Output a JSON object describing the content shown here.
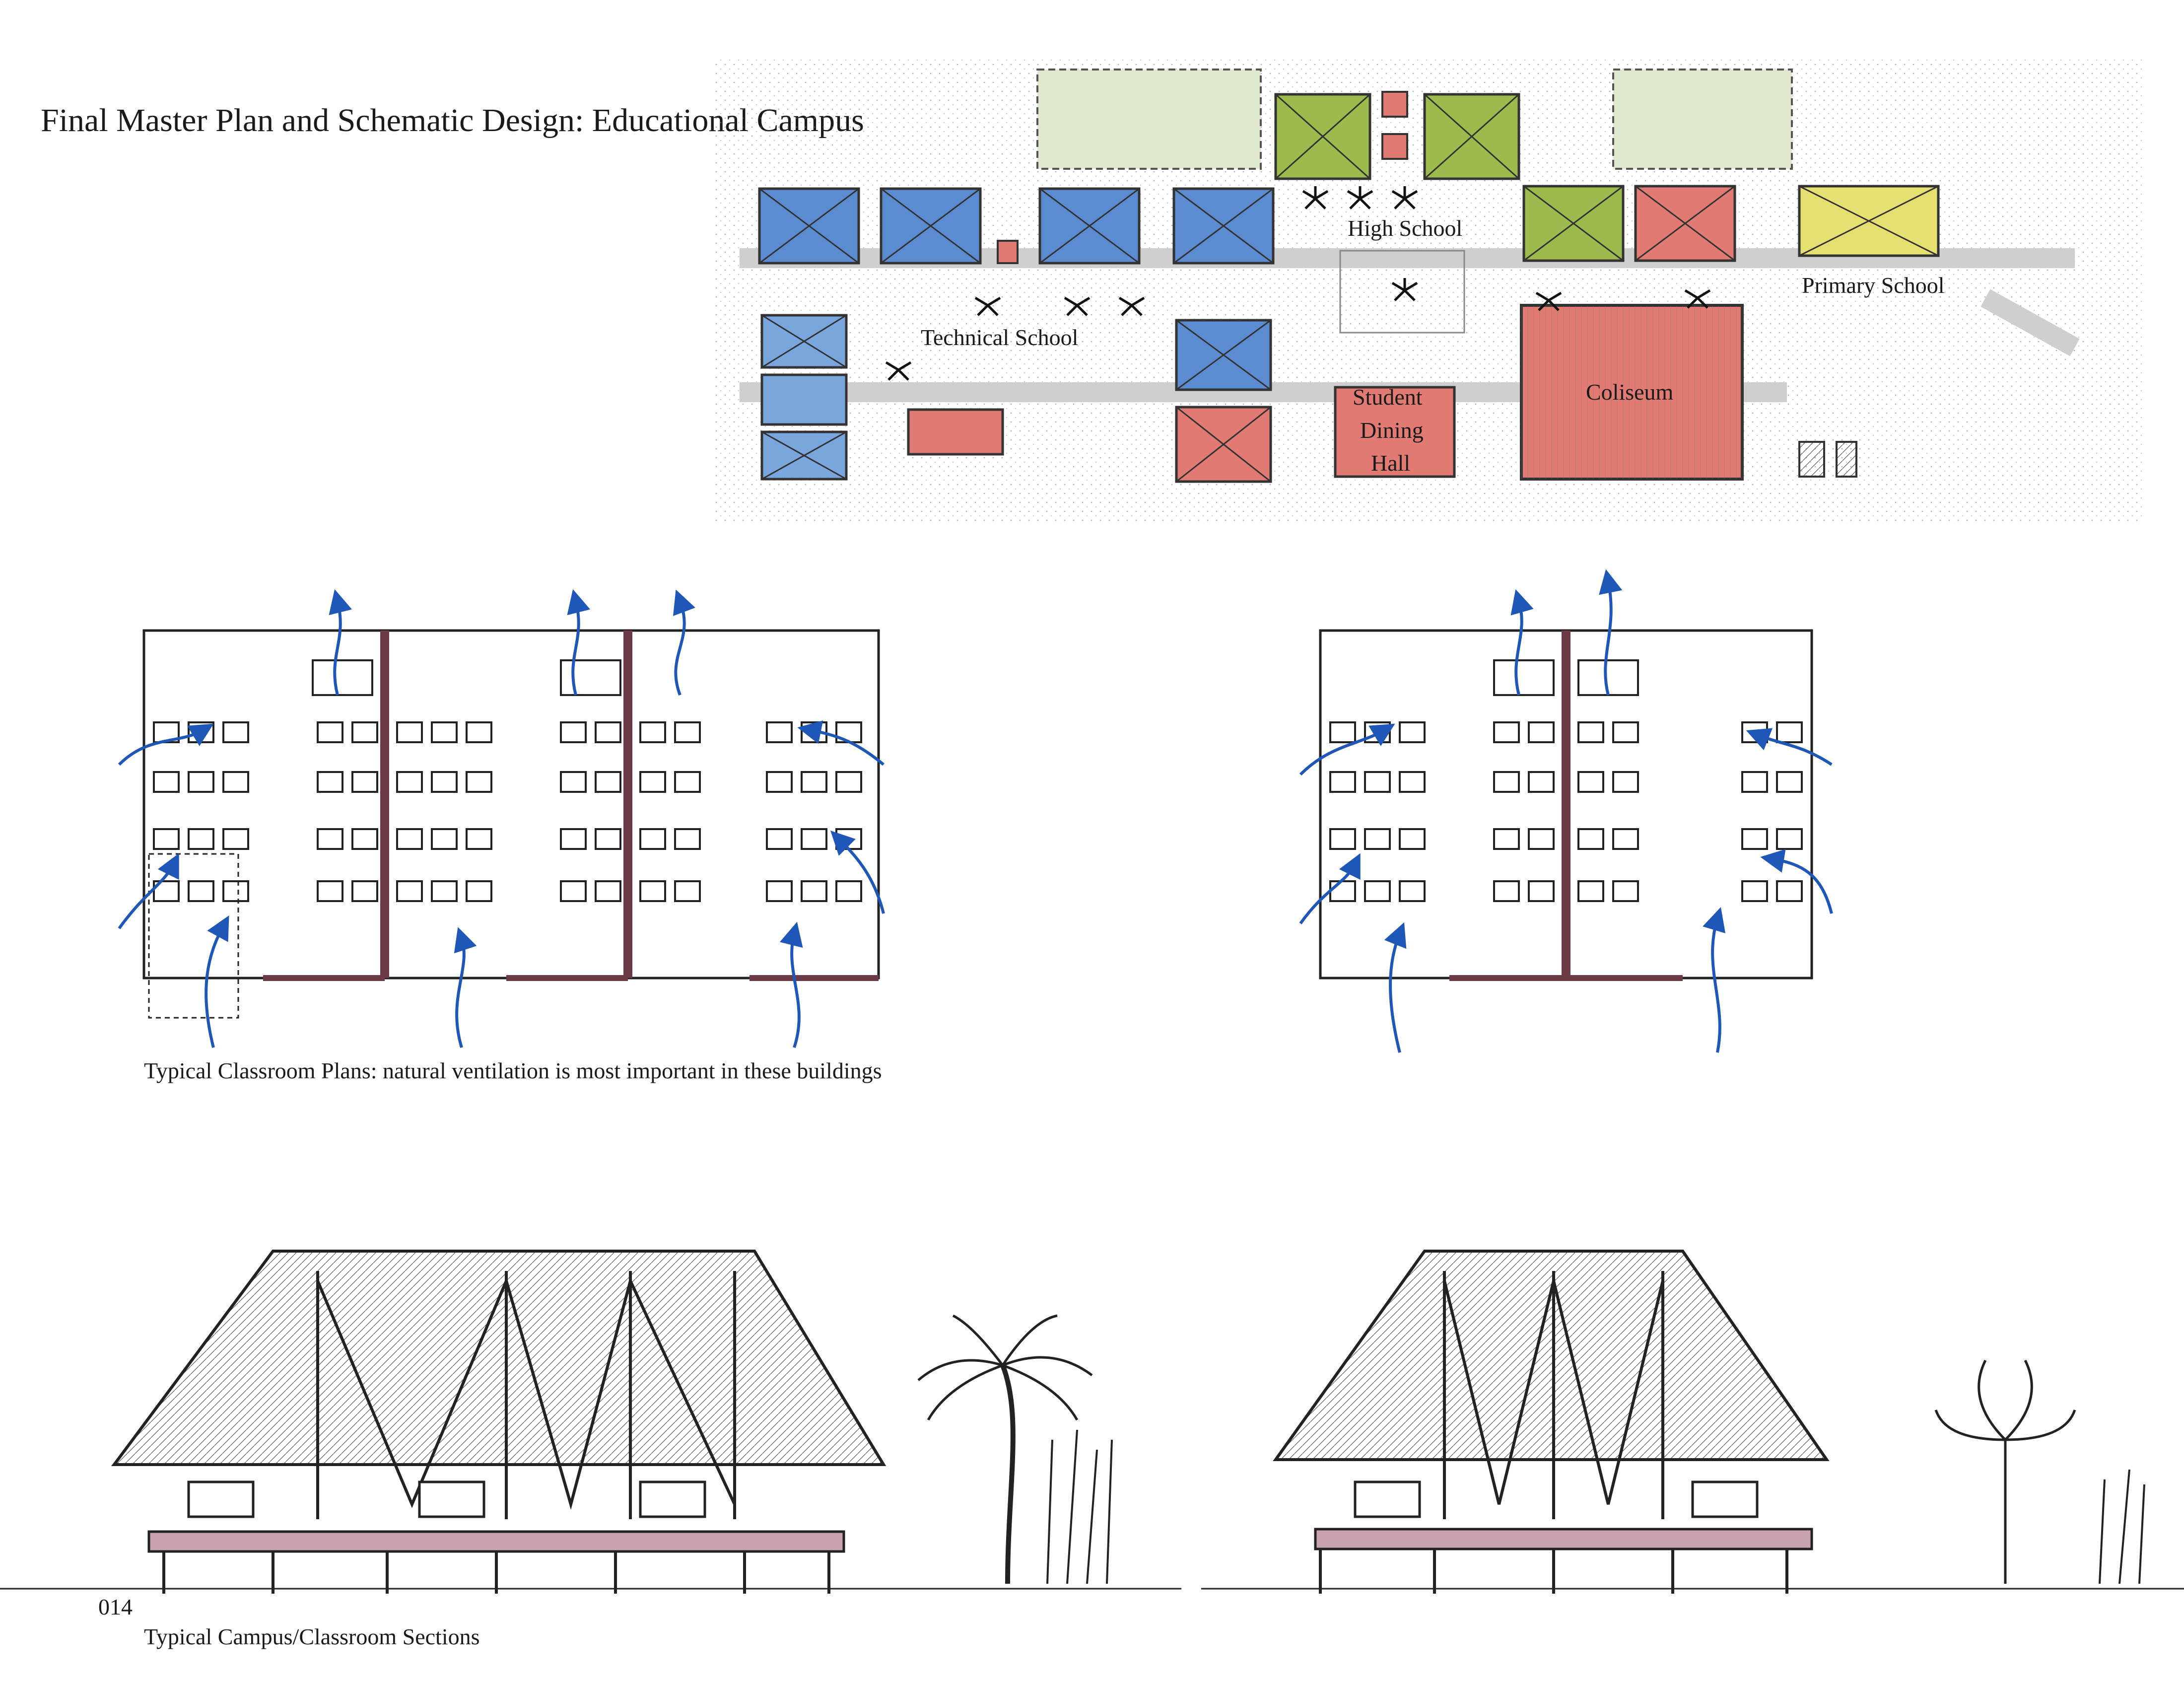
{
  "title": "Final Master Plan and Schematic Design: Educational Campus",
  "site_plan": {
    "labels": {
      "high_school": "High School",
      "primary_school": "Primary School",
      "technical_school": "Technical School",
      "coliseum": "Coliseum",
      "student_dining_hall_line1": "Student",
      "student_dining_hall_line2": "Dining",
      "student_dining_hall_line3": "Hall"
    },
    "colors": {
      "technical": "#5b8bd1",
      "high_school": "#9dbb4c",
      "shared": "#e07a72",
      "primary": "#e6e070",
      "open_space": "#d8e8c8"
    }
  },
  "plans": {
    "caption": "Typical Classroom Plans: natural ventilation is most important in these buildings",
    "colors": {
      "airflow": "#1f57b8",
      "structure": "#6b3a45"
    }
  },
  "sections": {
    "caption": "Typical Campus/Classroom Sections"
  },
  "page_number": "014"
}
